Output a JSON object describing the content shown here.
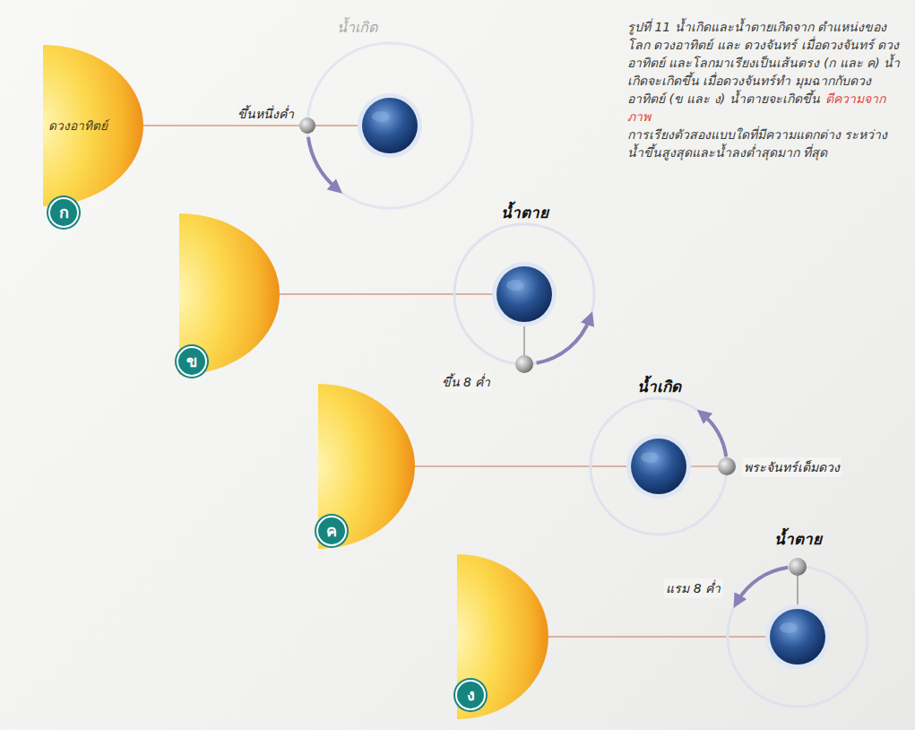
{
  "diagram": {
    "caption": "รูปที่ 11 น้ำเกิดและน้ำตายเกิดจาก ตำแหน่งของโลก ดวงอาทิตย์ และ ดวงจันทร์ เมื่อดวงจันทร์ ดวงอาทิตย์ และโลกมาเรียงเป็นเส้นตรง (ก และ ค) น้ำเกิดจะเกิดขึ้น เมื่อดวงจันทร์ทำ มุมฉากกับดวงอาทิตย์ (ข และ ง) น้ำตายจะเกิดขึ้น",
    "nodes": [
      {
        "text": [
          "ดวงอาทิตย์"
        ]
      },
      {
        "text": [
          "ก"
        ]
      },
      {
        "text": [
          "ข"
        ]
      },
      {
        "text": [
          "ค"
        ]
      },
      {
        "text": [
          "ง"
        ]
      }
    ],
    "labels": [
      "น้ำเกิด",
      "ขึ้นหนึ่งค่ำ",
      "น้ำตาย",
      "ขึ้น 8 ค่ำ",
      "น้ำเกิด",
      "พระจันทร์เต็มดวง",
      "น้ำตาย",
      "แรม 8 ค่ำ",
      "ตีความจากภาพ",
      "การเรียงตัวสองแบบใดที่มีความแตกต่าง ระหว่างน้ำขึ้นสูงสุดและน้ำลงต่ำสุดมาก ที่สุด"
    ]
  }
}
